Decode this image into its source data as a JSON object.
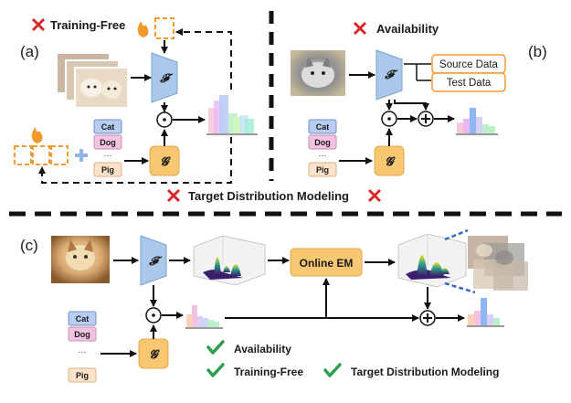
{
  "panels": {
    "a": {
      "label": "(a)",
      "title": "Training-Free",
      "feature_symbol": "𝓕",
      "g_symbol": "𝓖",
      "classes": [
        "Cat",
        "Dog",
        "···",
        "Pig"
      ]
    },
    "b": {
      "label": "(b)",
      "title": "Availability",
      "feature_symbol": "𝓕",
      "g_symbol": "𝓖",
      "classes": [
        "Cat",
        "Dog",
        "···",
        "Pig"
      ],
      "source_data": "Source Data",
      "test_data": "Test Data"
    },
    "middle": {
      "label": "Target Distribution Modeling"
    },
    "c": {
      "label": "(c)",
      "feature_symbol": "𝓕",
      "g_symbol": "𝓖",
      "online_em": "Online EM",
      "classes": [
        "Cat",
        "Dog",
        "···",
        "Pig"
      ],
      "checks": [
        "Availability",
        "Training-Free",
        "Target Distribution Modeling"
      ]
    }
  },
  "colors": {
    "cross": "#d62828",
    "check": "#2e9e4f",
    "trapezoid": "#a9c8ea",
    "g_box": "#f7c771",
    "orange_border": "#f39a2e",
    "cat_box": "#b8cdf0",
    "dog_box": "#f1c3e0",
    "pig_box": "#fbe2c8"
  },
  "icons": {
    "cross": "cross-icon",
    "check": "check-icon",
    "flame": "flame-icon",
    "plus": "plus-icon",
    "dot": "dot-product-icon"
  }
}
